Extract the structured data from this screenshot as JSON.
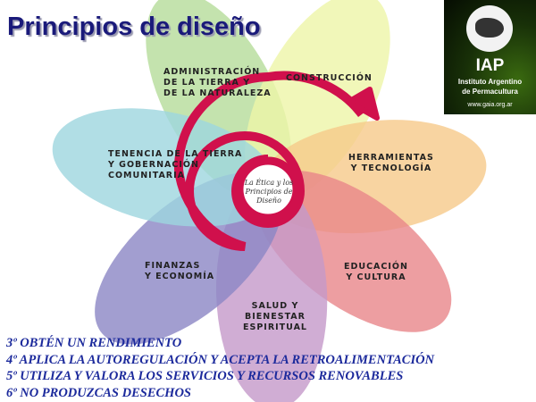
{
  "title": "Principios de diseño",
  "logo": {
    "acronym": "IAP",
    "line1": "Instituto Argentino",
    "line2": "de Permacultura",
    "url": "www.gaia.org.ar"
  },
  "diagram": {
    "center": "La Ética y los Principios de Diseño",
    "petals": [
      {
        "label": "ADMINISTRACIÓN\nDE LA TIERRA Y\nDE LA NATURALEZA",
        "color": "#b5dc9a"
      },
      {
        "label": "CONSTRUCCIÓN",
        "color": "#eef5a8"
      },
      {
        "label": "HERRAMIENTAS\nY TECNOLOGÍA",
        "color": "#f6c98a"
      },
      {
        "label": "EDUCACIÓN\nY CULTURA",
        "color": "#e8868a"
      },
      {
        "label": "SALUD Y\nBIENESTAR\nESPIRITUAL",
        "color": "#c499c9"
      },
      {
        "label": "FINANZAS\nY ECONOMÍA",
        "color": "#8b86c4"
      },
      {
        "label": "TENENCIA DE LA TIERRA\nY GOBERNACIÓN\nCOMUNITARIA",
        "color": "#9ed6de"
      }
    ],
    "spiral_color": "#d0104c"
  },
  "principles": [
    "3º OBTÉN UN RENDIMIENTO",
    "4º APLICA LA AUTOREGULACIÓN Y ACEPTA LA RETROALIMENTACIÓN",
    "5º UTILIZA Y VALORA LOS SERVICIOS Y RECURSOS RENOVABLES",
    "6º NO PRODUZCAS DESECHOS"
  ]
}
